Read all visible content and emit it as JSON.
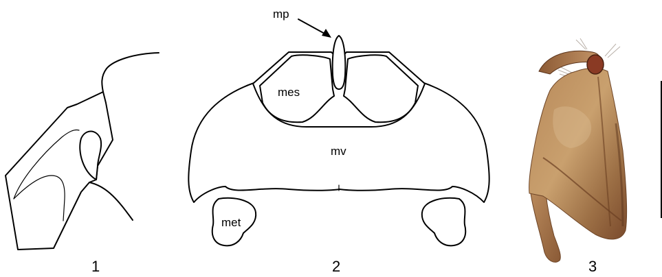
{
  "figure_numbers": [
    "1",
    "2",
    "3"
  ],
  "labels": {
    "mp": "mp",
    "mes": "mes",
    "mv": "mv",
    "met": "met"
  },
  "colors": {
    "line": "#000000",
    "background": "#ffffff",
    "specimen_brown": "#a8784a",
    "specimen_dark": "#6b3f22"
  }
}
